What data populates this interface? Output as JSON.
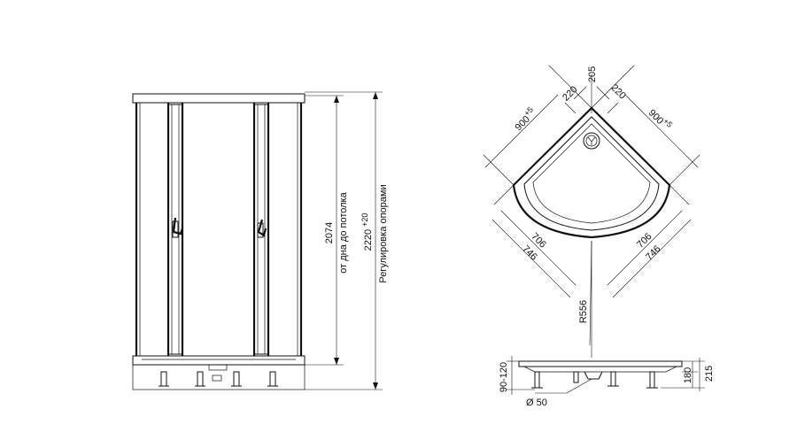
{
  "front_view": {
    "height_total": "2074",
    "height_total_note": "от дна до потолка",
    "height_adjust": "2220",
    "height_adjust_tol": "+20",
    "height_adjust_note": "Регулировка опорами"
  },
  "plan_view": {
    "width_left": "900",
    "width_left_tol": "+5",
    "width_right": "900",
    "width_right_tol": "+5",
    "offset_left": "220",
    "offset_right": "220",
    "drain_offset": "205",
    "inner_left": "706",
    "outer_left": "746",
    "inner_right": "706",
    "outer_right": "746",
    "radius": "R556"
  },
  "side_view": {
    "leg_range": "90-120",
    "drain_diameter": "Ø 50",
    "tray_height": "180",
    "total_height": "215"
  }
}
